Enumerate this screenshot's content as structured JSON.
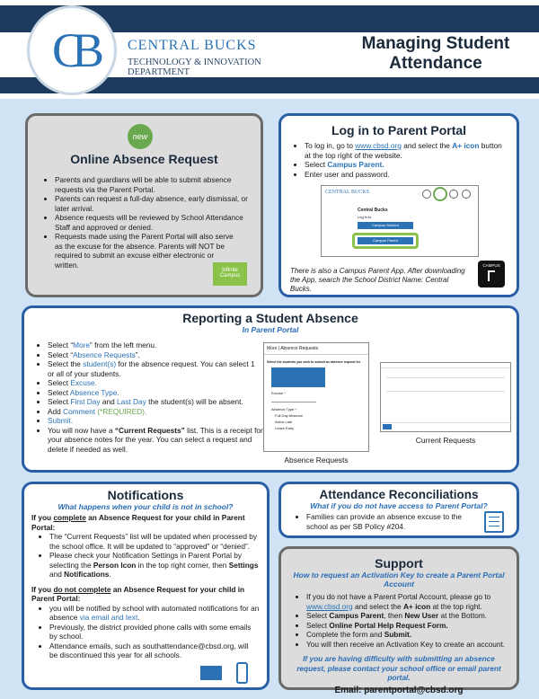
{
  "header": {
    "logo_text": "CB",
    "org_name": "CENTRAL BUCKS",
    "org_dept": "TECHNOLOGY & INNOVATION DEPARTMENT",
    "title_line1": "Managing Student",
    "title_line2": "Attendance"
  },
  "online_absence": {
    "badge": "new",
    "title": "Online Absence Request",
    "items": [
      "Parents and guardians will be able to submit absence requests via the Parent Portal.",
      "Parents can request a full-day absence, early dismissal, or later arrival.",
      "Absence requests will be reviewed by School Attendance Staff and approved or denied.",
      "Requests made using the Parent Portal will also serve as the excuse for the absence.  Parents will NOT be required to submit an excuse either electronic or written."
    ],
    "icon_label": "Infinite Campus"
  },
  "login": {
    "title": "Log in to Parent Portal",
    "b1_pre": "To log in, go to ",
    "b1_link": "www.cbsd.org",
    "b1_mid": " and select the ",
    "b1_icon": "A+ icon",
    "b1_post": " button at the top right of the website.",
    "b2_pre": "Select ",
    "b2_bold": "Campus Parent.",
    "b3": "Enter user and password.",
    "mock_brand": "CENTRAL BUCKS",
    "mock_heading": "Central Bucks",
    "mock_login": "Log in to",
    "mock_btn1": "Campus Student",
    "mock_btn2": "Campus Parent",
    "app_note": "There is also a Campus Parent App. After downloading the App, search the School District Name:  Central Bucks.",
    "app_label": "CAMPUS"
  },
  "reporting": {
    "title": "Reporting a Student Absence",
    "subtitle": "In Parent Portal",
    "s1a": "Select “",
    "s1b": "More",
    "s1c": "” from the left menu.",
    "s2a": "Select “",
    "s2b": "Absence Requests",
    "s2c": "”.",
    "s3a": "Select the ",
    "s3b": "student(s)",
    "s3c": " for the absence request.  You can select 1 or all of your students.",
    "s4a": "Select ",
    "s4b": "Excuse.",
    "s5a": "Select ",
    "s5b": "Absence Type.",
    "s6a": "Select ",
    "s6b": "First Day",
    "s6c": " and ",
    "s6d": "Last Day",
    "s6e": " the student(s) will be absent.",
    "s7a": "Add ",
    "s7b": "Comment",
    "s7c": " (*REQUIRED).",
    "s8": "Submit.",
    "s9a": "You will now have a ",
    "s9b": "“Current Requests”",
    "s9c": " list.  This is a receipt for your absence notes for the year.  You can select a request and delete if needed as well.",
    "mock_header": "More | Absence Requests",
    "mock_select": "Select the students you wish to submit an absence request for",
    "mock_excuse": "Excuse *",
    "mock_type": "Absence Type *",
    "mock_opt1": "Full Day Absence",
    "mock_opt2": "Arrive Late",
    "mock_opt3": "Leave Early",
    "caption1": "Absence Requests",
    "caption2": "Current Requests"
  },
  "notifications": {
    "title": "Notifications",
    "subtitle": "What happens when your child is not in school?",
    "p1a": "If you ",
    "p1b": "complete",
    "p1c": " an Absence Request for your child in Parent Portal:",
    "i1": "The “Current Requests” list will be updated when processed by the school office.  It will be updated to “approved” or “denied”.",
    "i2a": "Please check your Notification Settings in Parent Portal by selecting the ",
    "i2b": "Person Icon",
    "i2c": " in the top right corner, then ",
    "i2d": "Settings",
    "i2e": " and ",
    "i2f": "Notifications",
    "i2g": ".",
    "p2a": "If you ",
    "p2b": "do not complete",
    "p2c": " an Absence Request for your child in Parent Portal:",
    "j1a": "you will be notified by school with automated notifications for an absence ",
    "j1b": "via email and text",
    "j1c": ".",
    "j2": "Previously, the district provided phone calls with some emails by school.",
    "j3": "Attendance emails, such as southattendance@cbsd.org, will be discontinued this year for all schools."
  },
  "reconciliations": {
    "title": "Attendance Reconciliations",
    "subtitle": "What if you do not have access to Parent Portal?",
    "item": "Families can provide an absence excuse to the school as per SB Policy #204."
  },
  "support": {
    "title": "Support",
    "subtitle": "How to request an Activation Key to create a Parent Portal Account",
    "k1a": "If you do not have a Parent Portal Account, please go to ",
    "k1b": "www.cbsd.org",
    "k1c": " and select the ",
    "k1d": "A+ icon",
    "k1e": " at the top right.",
    "k2a": "Select ",
    "k2b": "Campus Parent",
    "k2c": ", then ",
    "k2d": "New User",
    "k2e": " at the Bottom.",
    "k3a": "Select ",
    "k3b": "Online Portal Help Request Form.",
    "k4a": "Complete the form and ",
    "k4b": "Submit.",
    "k5": "You will then receive an Activation Key to create an account.",
    "note": "If you are having difficulty with submitting an absence request, please contact your school office or email parent portal.",
    "email_label": "Email:  parentportal@cbsd.org"
  }
}
